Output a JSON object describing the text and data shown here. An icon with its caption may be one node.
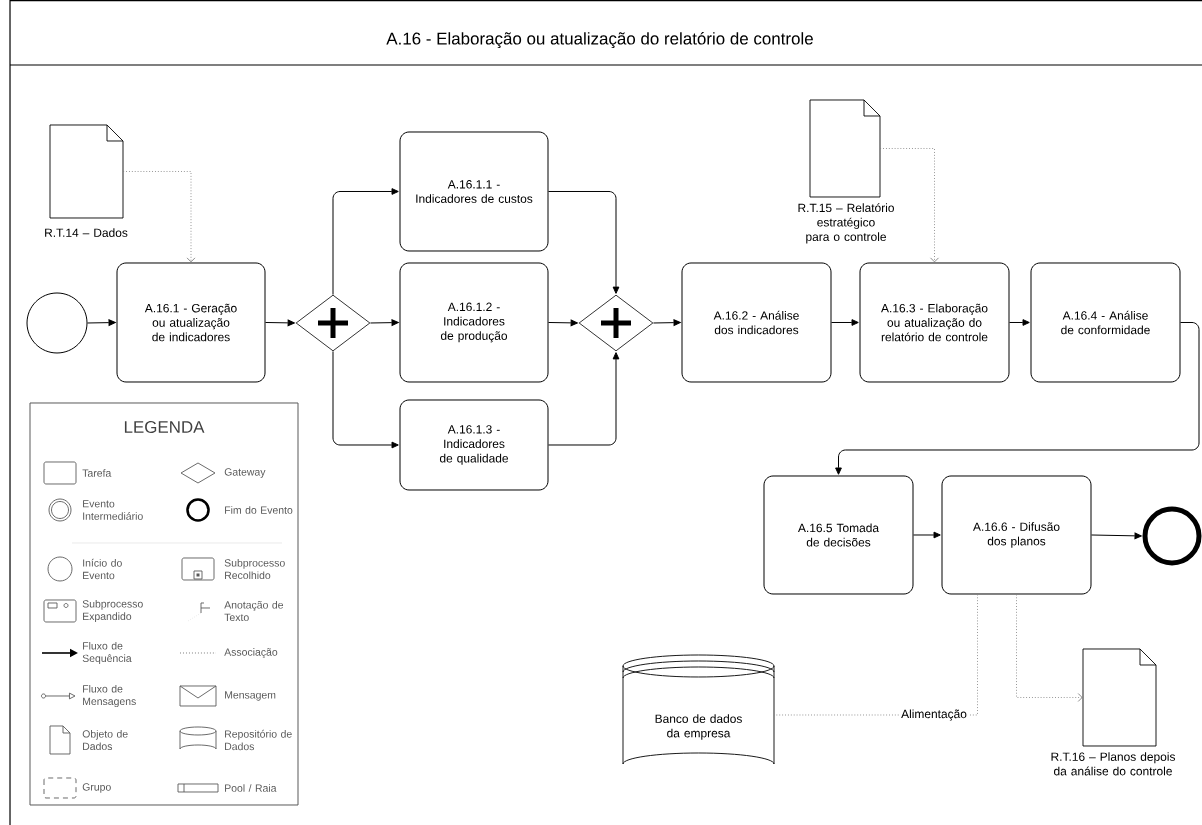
{
  "diagram": {
    "title": "A.16 - Elaboração ou atualização do relatório de controle",
    "nodes": [
      {
        "text": [],
        "shape": "circle"
      },
      {
        "text": [
          "R.T.14 – Dados"
        ]
      },
      {
        "text": [
          "A.16.1 - Geração ou atualização de indicadores"
        ]
      },
      {
        "text": [],
        "shape": "diamond"
      },
      {
        "text": [
          "A.16.1.1 - Indicadores de custos"
        ]
      },
      {
        "text": [
          "A.16.1.2 - Indicadores de produção"
        ]
      },
      {
        "text": [
          "A.16.1.3 - Indicadores de qualidade"
        ]
      },
      {
        "text": [],
        "shape": "diamond"
      },
      {
        "text": [
          "R.T.15 – Relatório estratégico para o controle"
        ]
      },
      {
        "text": [
          "A.16.2 - Análise dos indicadores"
        ]
      },
      {
        "text": [
          "A.16.3 - Elaboração ou atualização do relatório de controle"
        ]
      },
      {
        "text": [
          "A.16.4 - Análise de conformidade"
        ]
      },
      {
        "text": [
          "A.16.5 Tomada de decisões"
        ]
      },
      {
        "text": [
          "A.16.6 - Difusão dos planos"
        ]
      },
      {
        "text": [],
        "shape": "circle"
      },
      {
        "text": [
          "Banco de dados da empresa"
        ]
      },
      {
        "text": [
          "R.T.16 – Planos depois da análise do controle"
        ]
      }
    ],
    "edges": [
      {
        "from": 0,
        "to": 2,
        "arrow": "to"
      },
      {
        "from": 1,
        "to": 2,
        "arrow": "to",
        "style": "dashed",
        "color": "#808080"
      },
      {
        "from": 2,
        "to": 3,
        "arrow": "to"
      },
      {
        "from": 3,
        "to": 4,
        "arrow": "to"
      },
      {
        "from": 3,
        "to": 5,
        "arrow": "to"
      },
      {
        "from": 3,
        "to": 6,
        "arrow": "to"
      },
      {
        "from": 4,
        "to": 7,
        "arrow": "to"
      },
      {
        "from": 5,
        "to": 7,
        "arrow": "to"
      },
      {
        "from": 6,
        "to": 7,
        "arrow": "to"
      },
      {
        "from": 7,
        "to": 9,
        "arrow": "to"
      },
      {
        "from": 8,
        "to": 10,
        "arrow": "to",
        "style": "dashed",
        "color": "#808080"
      },
      {
        "from": 9,
        "to": 10,
        "arrow": "to"
      },
      {
        "from": 10,
        "to": 11,
        "arrow": "to"
      },
      {
        "from": 11,
        "to": 12,
        "arrow": "to"
      },
      {
        "from": 12,
        "to": 13,
        "arrow": "to"
      },
      {
        "from": 13,
        "to": 14,
        "arrow": "to"
      },
      {
        "from": 13,
        "to": 15,
        "arrow": "none",
        "style": "dashed",
        "color": "#808080",
        "label": "Alimentação"
      },
      {
        "from": 13,
        "to": 16,
        "arrow": "to",
        "style": "dashed",
        "color": "#808080"
      }
    ],
    "labels": [
      "LEGENDA"
    ],
    "legend": [
      {
        "text": "Tarefa"
      },
      {
        "text": "Gateway"
      },
      {
        "text": "Evento Intermediário"
      },
      {
        "text": "Fim do Evento"
      },
      {
        "text": "Início do Evento"
      },
      {
        "text": "Subprocesso Recolhido"
      },
      {
        "text": "Subprocesso Expandido"
      },
      {
        "text": "Anotação de Texto"
      },
      {
        "text": "Fluxo de Sequência"
      },
      {
        "text": "Associação"
      },
      {
        "text": "Fluxo de Mensagens"
      },
      {
        "text": "Mensagem"
      },
      {
        "text": "Objeto de Dados"
      },
      {
        "text": "Repositório de Dados"
      },
      {
        "text": "Grupo"
      },
      {
        "text": "Pool / Raia"
      }
    ]
  }
}
